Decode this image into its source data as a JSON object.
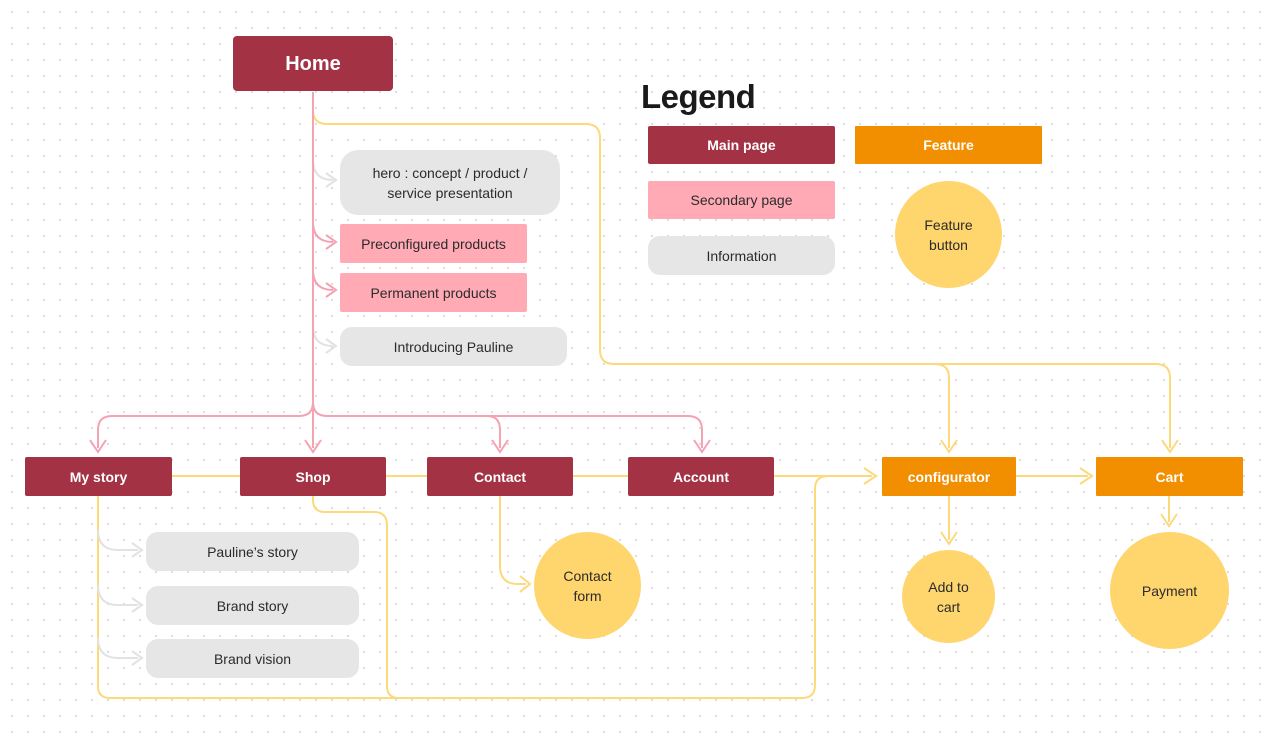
{
  "legend": {
    "title": "Legend",
    "main_page": "Main page",
    "feature": "Feature",
    "secondary_page": "Secondary page",
    "feature_button_line1": "Feature",
    "feature_button_line2": "button",
    "information": "Information"
  },
  "nodes": {
    "home": "Home",
    "hero_line1": "hero : concept / product /",
    "hero_line2": "service presentation",
    "preconfigured": "Preconfigured products",
    "permanent": "Permanent products",
    "introducing": "Introducing Pauline",
    "my_story": "My story",
    "shop": "Shop",
    "contact": "Contact",
    "account": "Account",
    "configurator": "configurator",
    "cart": "Cart",
    "paulines_story": "Pauline’s story",
    "brand_story": "Brand story",
    "brand_vision": "Brand vision",
    "contact_form_line1": "Contact",
    "contact_form_line2": "form",
    "add_to_cart_line1": "Add to",
    "add_to_cart_line2": "cart",
    "payment": "Payment"
  },
  "colors": {
    "main_page": "#a33244",
    "secondary_page": "#ffaab5",
    "information": "#e6e6e6",
    "feature": "#f28f00",
    "feature_button": "#ffd56e",
    "link_pink": "#f4a3b2",
    "link_yellow": "#fcd97a",
    "link_gray": "#e2e2e2"
  }
}
